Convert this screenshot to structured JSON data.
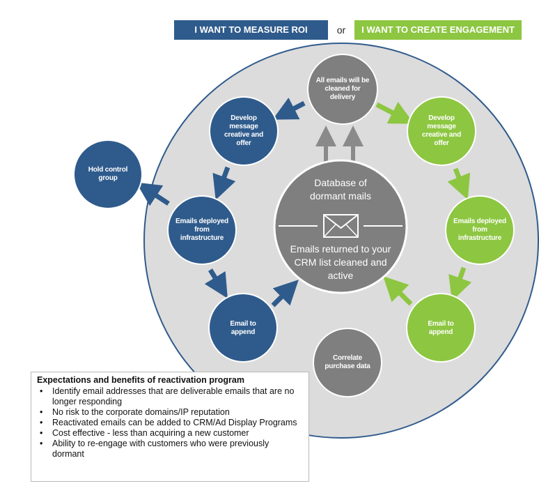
{
  "header": {
    "roi_label": "I WANT TO MEASURE ROI",
    "or_label": "or",
    "engagement_label": "I WANT TO CREATE ENGAGEMENT"
  },
  "colors": {
    "blue": "#2f5b8c",
    "green": "#8dc641",
    "gray": "#7f7f7f",
    "outer_ring": "#dcdcdc"
  },
  "nodes": {
    "top": "All emails will be cleaned for delivery",
    "blue_develop": "Develop message creative and offer",
    "blue_control": "Hold control group",
    "blue_deployed": "Emails deployed from infrastructure",
    "blue_append": "Email to append",
    "green_develop": "Develop message creative and offer",
    "green_deployed": "Emails deployed from infrastructure",
    "green_append": "Email to append",
    "correlate": "Correlate purchase data"
  },
  "center": {
    "top_text": "Database of dormant mails",
    "bottom_text": "Emails returned to your CRM list cleaned and active",
    "icon": "envelope-icon"
  },
  "info": {
    "title": "Expectations and benefits of reactivation program",
    "items": [
      "Identify email addresses that are deliverable emails that are no longer responding",
      "No risk to the corporate domains/IP reputation",
      "Reactivated emails can be added to CRM/Ad Display Programs",
      "Cost effective - less than acquiring a new customer",
      "Ability to re-engage with customers who were previously dormant"
    ]
  }
}
